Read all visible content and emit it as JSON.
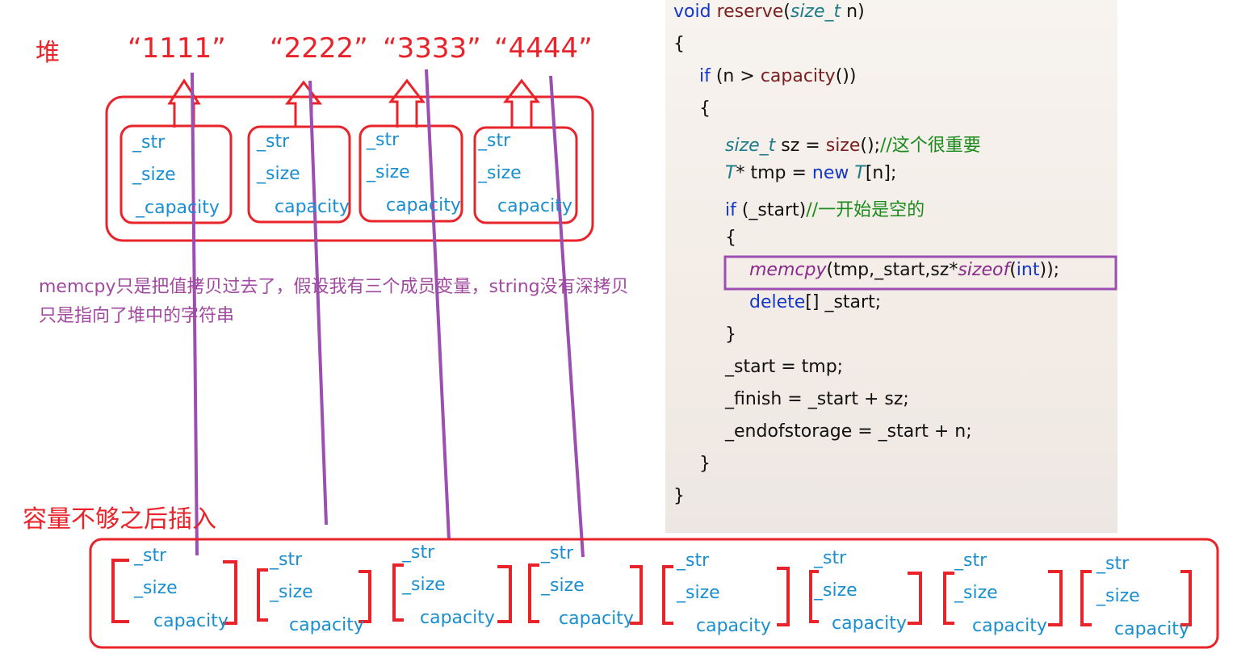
{
  "heap_label": "堆",
  "heap_strings": [
    "“1111”",
    "“2222”",
    "“3333”",
    "“4444”"
  ],
  "old_objects": [
    {
      "str": "_str",
      "size": "_size",
      "capacity": "_capacity"
    },
    {
      "str": "_str",
      "size": "_size",
      "capacity": "capacity"
    },
    {
      "str": "_str",
      "size": "_size",
      "capacity": "capacity"
    },
    {
      "str": "_str",
      "size": "_size",
      "capacity": "capacity"
    }
  ],
  "note": "memcpy只是把值拷贝过去了，假设我有三个成员变量，string没有深拷贝 只是指向了堆中的字符串",
  "insert_label": "容量不够之后插入",
  "new_objects": [
    {
      "str": "_str",
      "size": "_size",
      "capacity": "capacity"
    },
    {
      "str": "_str",
      "size": "_size",
      "capacity": "capacity"
    },
    {
      "str": "_str",
      "size": "_size",
      "capacity": "capacity"
    },
    {
      "str": "_str",
      "size": "_size",
      "capacity": "capacity"
    },
    {
      "str": "_str",
      "size": "_size",
      "capacity": "capacity"
    },
    {
      "str": "_str",
      "size": "_size",
      "capacity": "capacity"
    },
    {
      "str": "_str",
      "size": "_size",
      "capacity": "capacity"
    },
    {
      "str": "_str",
      "size": "_size",
      "capacity": "capacity"
    }
  ],
  "code": [
    "void reserve(size_t n)",
    "{",
    "if (n > capacity())",
    "{",
    "size_t sz = size();//这个很重要",
    "T* tmp = new T[n];",
    "if (_start)//一开始是空的",
    "{",
    "memcpy(tmp,_start,sz*sizeof(int));",
    "delete[] _start;",
    "}",
    "_start = tmp;",
    "_finish = _start + sz;",
    "_endofstorage = _start + n;",
    "}",
    "}"
  ],
  "colors": {
    "red": "#e8232a",
    "purple": "#9b4fb0",
    "blue": "#1a8fd0"
  }
}
